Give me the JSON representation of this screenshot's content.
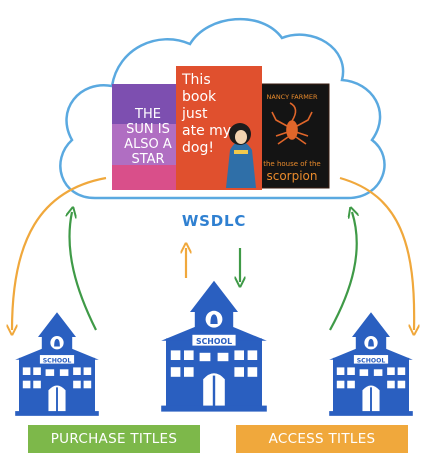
{
  "center_label": "WSDLC",
  "books": [
    {
      "title_lines": [
        "THE",
        "SUN IS",
        "ALSO A",
        "STAR"
      ]
    },
    {
      "title_lines": [
        "This",
        "book",
        "just",
        "ate my",
        "dog!"
      ]
    },
    {
      "author": "NANCY FARMER",
      "title_lines": [
        "the house of the",
        "scorpion"
      ]
    }
  ],
  "school_sign": "SCHOOL",
  "labels": {
    "purchase": "PURCHASE TITLES",
    "access": "ACCESS TITLES"
  },
  "colors": {
    "cloud_outline": "#5aa9e0",
    "school": "#2a5fc0",
    "purchase_arrow": "#3f9a47",
    "access_arrow": "#f0a83c",
    "label_purchase_bg": "#7db84a",
    "label_access_bg": "#f0a83c",
    "wsdlc_text": "#2f80d1"
  }
}
